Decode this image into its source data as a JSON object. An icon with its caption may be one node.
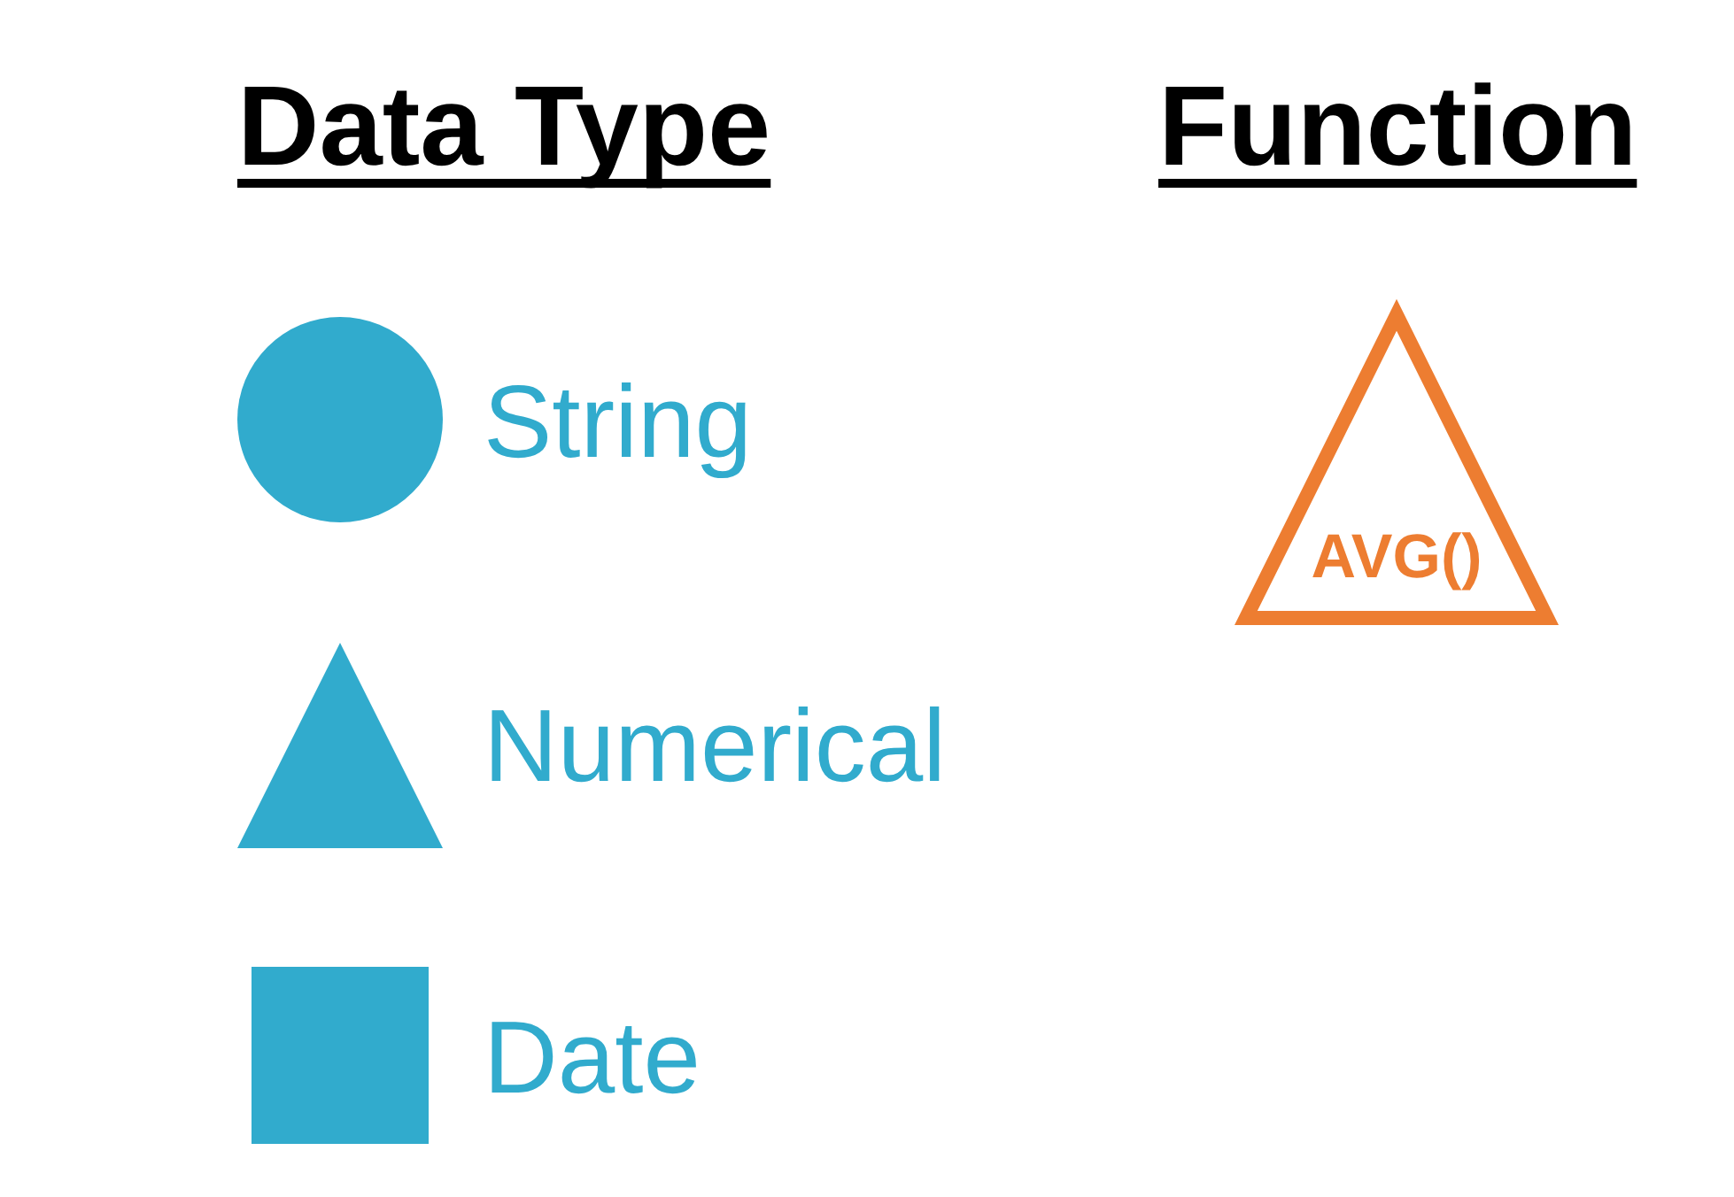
{
  "diagram": {
    "nodes": [
      {
        "text": [],
        "shape": "circle",
        "beside": [
          "String"
        ]
      },
      {
        "text": [],
        "shape": "triangle",
        "beside": [
          "Numerical"
        ]
      },
      {
        "text": [],
        "shape": "square",
        "beside": [
          "Date"
        ]
      },
      {
        "text": [
          "AVG()"
        ]
      }
    ],
    "labels": [
      "Data Type",
      "Function"
    ]
  }
}
